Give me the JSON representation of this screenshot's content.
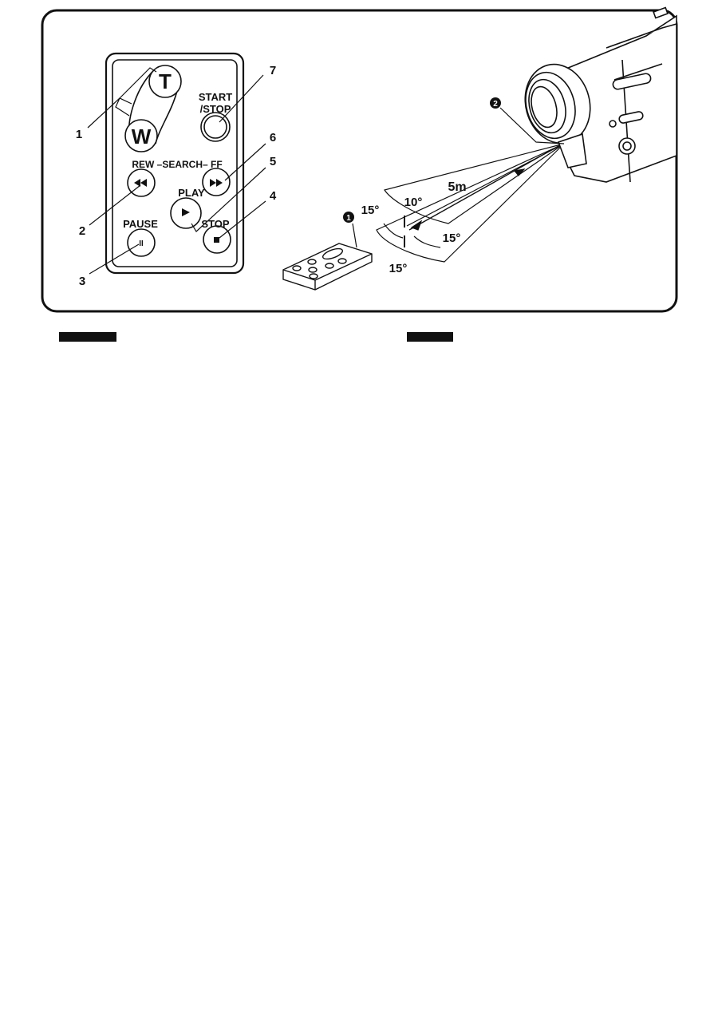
{
  "remote": {
    "zoom_tele": "T",
    "zoom_wide": "W",
    "start_label_1": "START",
    "start_label_2": "/STOP",
    "search_label": "REW –SEARCH– FF",
    "play_label": "PLAY",
    "pause_label": "PAUSE",
    "stop_label": "STOP",
    "pause_glyph": "II"
  },
  "callouts": {
    "n1": "1",
    "n2": "2",
    "n3": "3",
    "n4": "4",
    "n5": "5",
    "n6": "6",
    "n7": "7"
  },
  "range": {
    "distance": "5m",
    "angle_up": "10°",
    "angle_left": "15°",
    "angle_right": "15°",
    "angle_down": "15°",
    "marker_remote": "1",
    "marker_sensor": "2"
  },
  "colors": {
    "ink": "#111111",
    "paper": "#ffffff"
  }
}
